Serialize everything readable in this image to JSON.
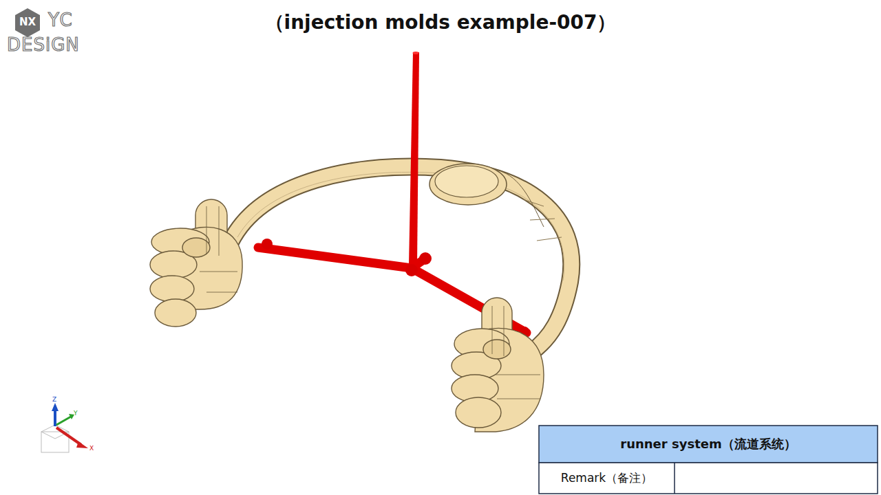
{
  "diagram": {
    "title": "（injection molds example-007）",
    "labels": [
      "NX",
      "YC",
      "DESiGN",
      "runner system（流道系统）",
      "Remark（备注）",
      "Z",
      "Y",
      "X"
    ]
  }
}
